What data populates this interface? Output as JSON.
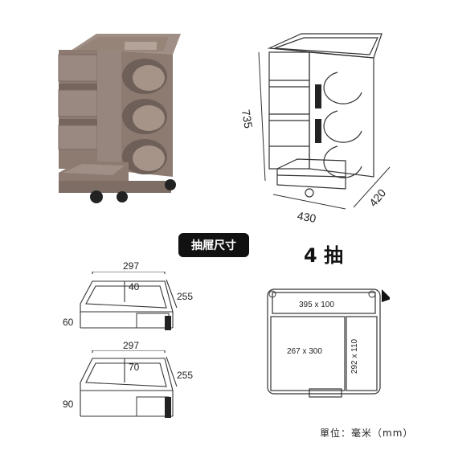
{
  "product": {
    "body_color": "#8d7b72",
    "body_shadow": "#6e5f58",
    "body_light": "#a89890"
  },
  "outline_dims": {
    "height": "735",
    "width": "430",
    "depth": "420"
  },
  "drawer_size_label": "抽屜尺寸",
  "drawers_count_label": "4 抽",
  "small_drawer": {
    "width": "297",
    "inner": "40",
    "depth": "255",
    "height": "60"
  },
  "large_drawer": {
    "width": "297",
    "inner": "70",
    "depth": "255",
    "height": "90"
  },
  "top_view": {
    "top_compartment": "395 x 100",
    "main_compartment": "267 x 300",
    "side_compartment": "292 x 110"
  },
  "unit_label": "單位：毫米（mm）"
}
